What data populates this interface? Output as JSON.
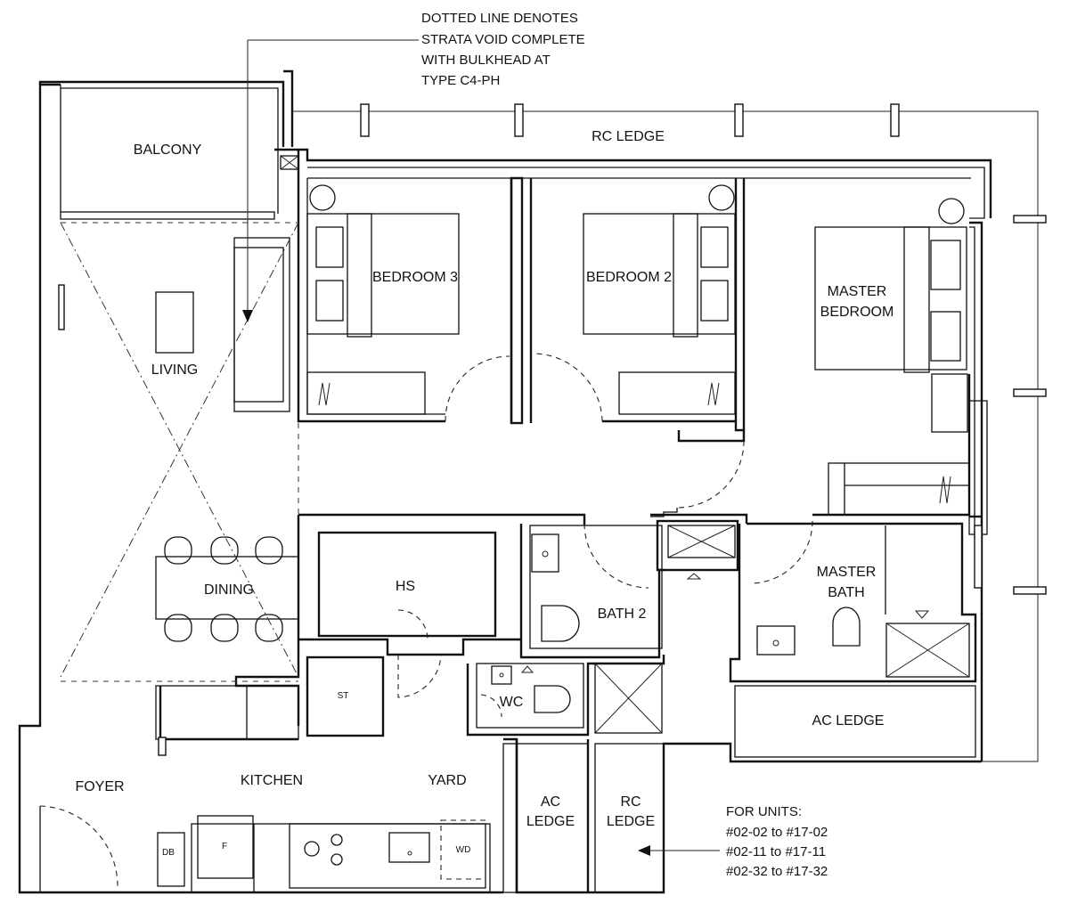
{
  "note_top": {
    "lines": [
      "DOTTED LINE DENOTES",
      "STRATA VOID COMPLETE",
      "WITH BULKHEAD AT",
      "TYPE C4-PH"
    ]
  },
  "rooms": {
    "balcony": "BALCONY",
    "rc_ledge_top": "RC LEDGE",
    "bedroom3": "BEDROOM 3",
    "bedroom2": "BEDROOM 2",
    "master_bedroom": [
      "MASTER",
      "BEDROOM"
    ],
    "living": "LIVING",
    "dining": "DINING",
    "hs": "HS",
    "bath2": "BATH 2",
    "master_bath": [
      "MASTER",
      "BATH"
    ],
    "st": "ST",
    "wc": "WC",
    "ac_ledge_right": "AC LEDGE",
    "foyer": "FOYER",
    "kitchen": "KITCHEN",
    "yard": "YARD",
    "ac_ledge_bottom": [
      "AC",
      "LEDGE"
    ],
    "rc_ledge_bottom": [
      "RC",
      "LEDGE"
    ],
    "db": "DB",
    "fridge": "F",
    "wd": "WD"
  },
  "note_units": {
    "lines": [
      "FOR UNITS:",
      "#02-02 to #17-02",
      "#02-11 to #17-11",
      "#02-32 to #17-32"
    ]
  }
}
